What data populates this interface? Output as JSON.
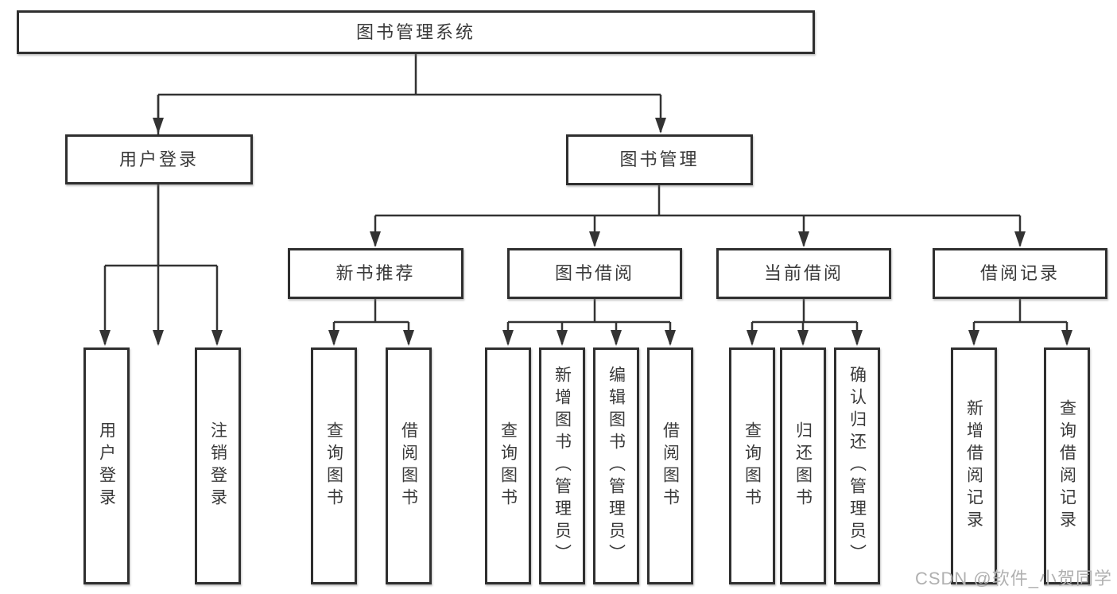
{
  "colors": {
    "line": "#333333",
    "box_border": "#2f2f2f",
    "box_bg": "#ffffff",
    "text": "#3a3a3a",
    "watermark": "#b0b0b0"
  },
  "tree": {
    "root": "图书管理系统",
    "user_login": {
      "label": "用户登录",
      "leaf1": "用户登录",
      "leaf2": "注销登录"
    },
    "book_mgmt": {
      "label": "图书管理",
      "new_books": {
        "label": "新书推荐",
        "leaf1": "查询图书",
        "leaf2": "借阅图书"
      },
      "book_borrow": {
        "label": "图书借阅",
        "leaf1": "查询图书",
        "leaf2": "新增图书（管理员）",
        "leaf3": "编辑图书（管理员）",
        "leaf4": "借阅图书"
      },
      "current_borrow": {
        "label": "当前借阅",
        "leaf1": "查询图书",
        "leaf2": "归还图书",
        "leaf3": "确认归还（管理员）"
      },
      "borrow_records": {
        "label": "借阅记录",
        "leaf1": "新增借阅记录",
        "leaf2": "查询借阅记录"
      }
    }
  },
  "watermark": "CSDN @软件_小贺同学"
}
